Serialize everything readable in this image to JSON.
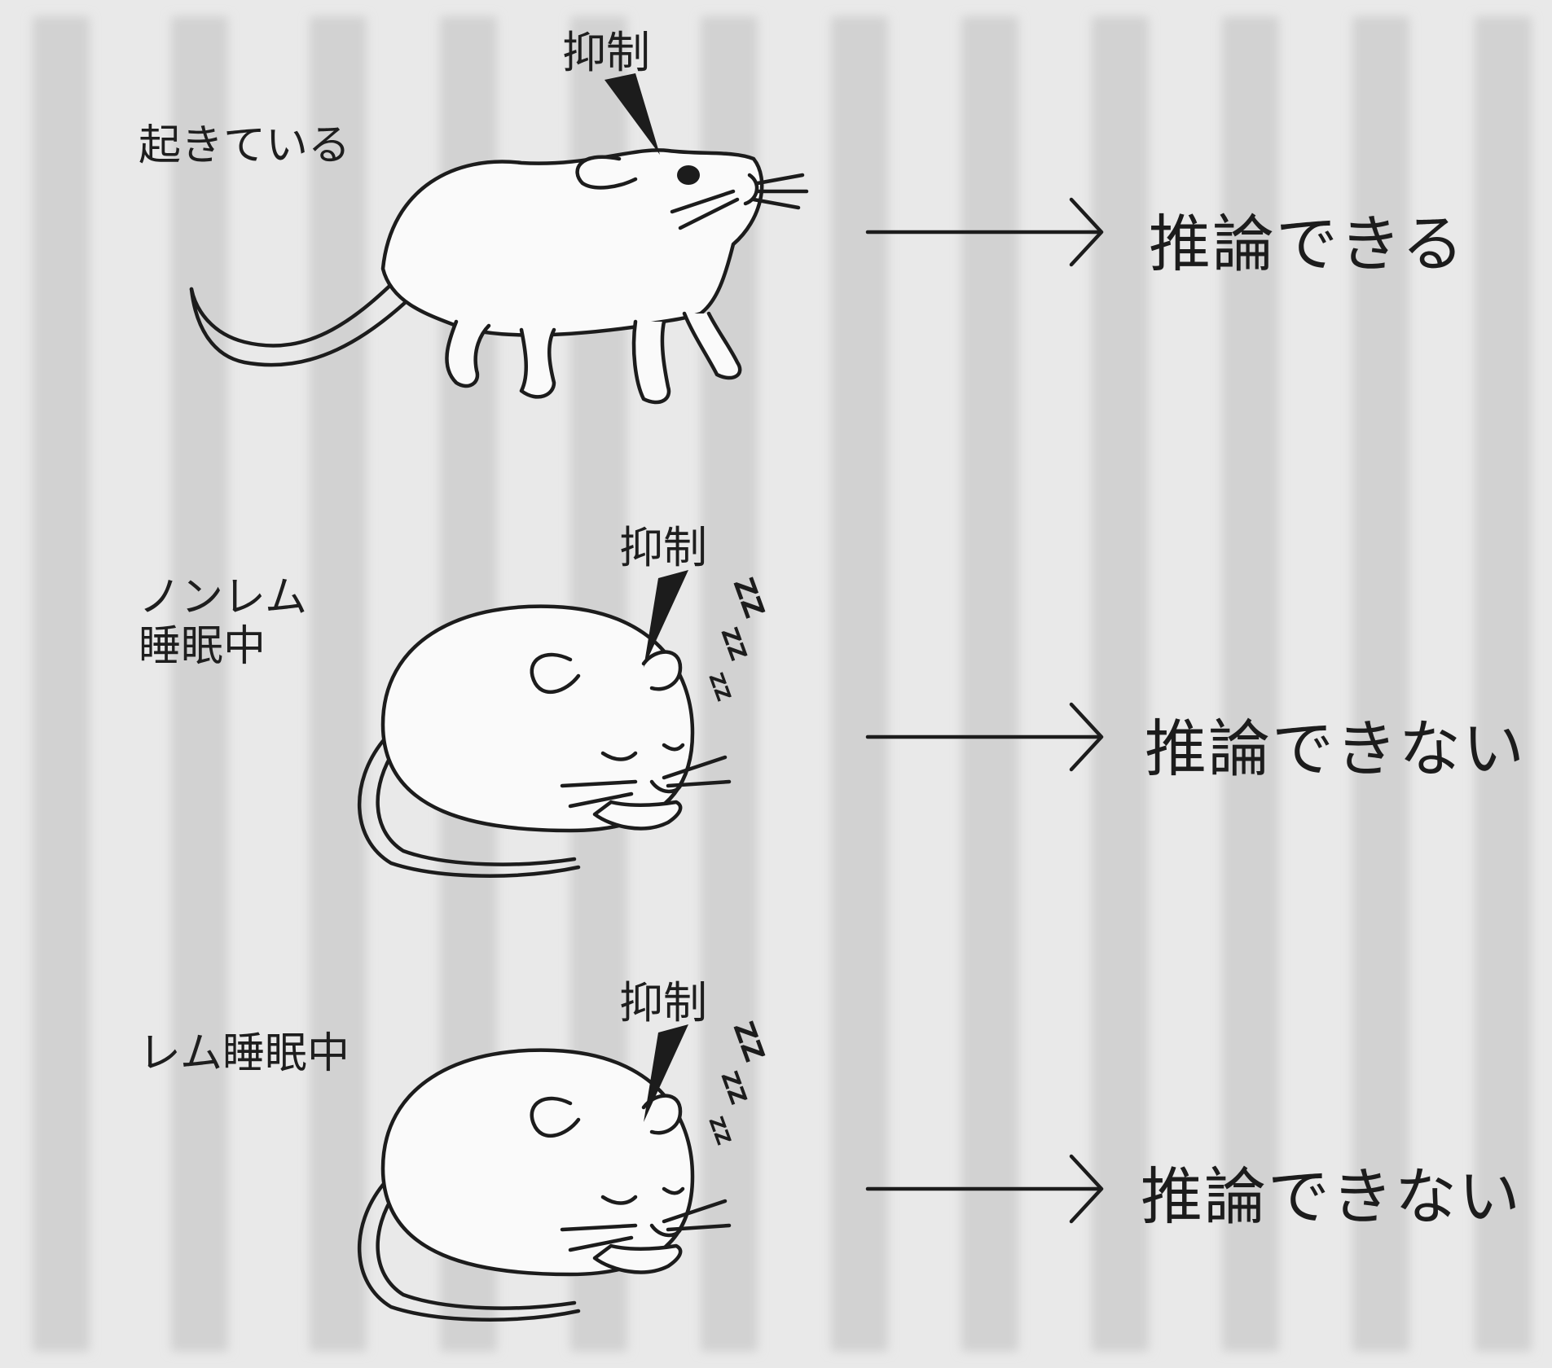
{
  "rows": [
    {
      "state_label": "起きている",
      "marker_label": "抑制",
      "result": "推論できる",
      "sleeping": false
    },
    {
      "state_label": "ノンレム\n睡眠中",
      "marker_label": "抑制",
      "result": "推論できない",
      "sleeping": true
    },
    {
      "state_label": "レム睡眠中",
      "marker_label": "抑制",
      "result": "推論できない",
      "sleeping": true
    }
  ],
  "colors": {
    "ink": "#1c1c1c",
    "paper": "#e9e9e9",
    "fill": "#fafafa"
  }
}
